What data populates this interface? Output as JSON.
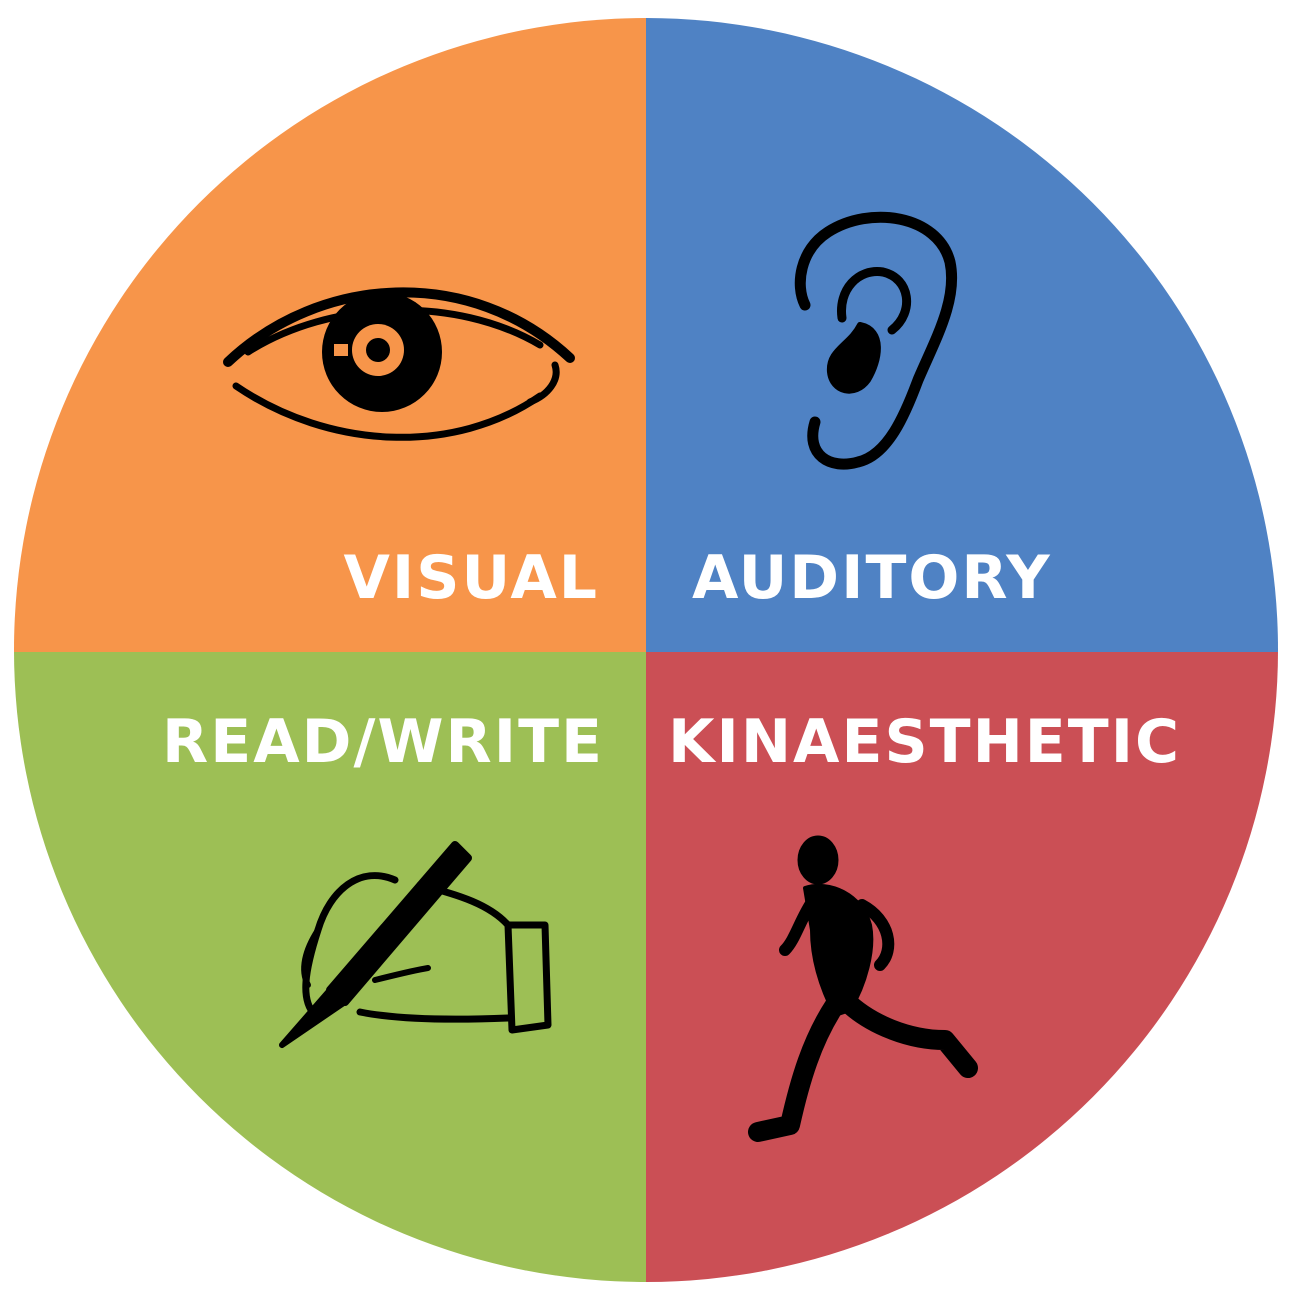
{
  "quadrants": [
    {
      "id": "visual",
      "label": "VISUAL",
      "color": "#f7954a",
      "icon": "eye-icon"
    },
    {
      "id": "auditory",
      "label": "AUDITORY",
      "color": "#4f82c4",
      "icon": "ear-icon"
    },
    {
      "id": "readwrite",
      "label": "READ/WRITE",
      "color": "#9dbf55",
      "icon": "hand-writing-icon"
    },
    {
      "id": "kinaesthetic",
      "label": "KINAESTHETIC",
      "color": "#cb4f55",
      "icon": "running-person-icon"
    }
  ]
}
